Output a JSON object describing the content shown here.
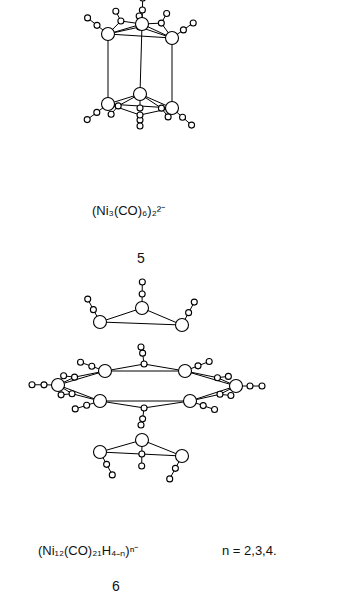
{
  "diagram": {
    "labels": [
      "(Ni₃(CO)₆)₂²⁻",
      "5",
      "(Ni₁₂(CO)₂₁H₄₋ₙ)ⁿ⁻",
      "n = 2,3,4.",
      "6"
    ]
  }
}
